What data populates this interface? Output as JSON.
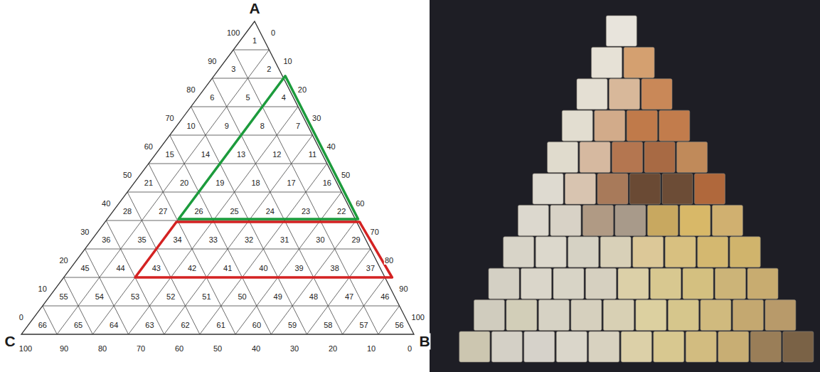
{
  "diagram": {
    "labels": [
      "A",
      "B",
      "C",
      "100",
      "90",
      "80",
      "70",
      "60",
      "50",
      "40",
      "30",
      "20",
      "10",
      "0",
      "0",
      "10",
      "20",
      "30",
      "40",
      "50",
      "60",
      "70",
      "80",
      "90",
      "100",
      "100",
      "90",
      "80",
      "70",
      "60",
      "50",
      "40",
      "30",
      "20",
      "10",
      "0",
      "1",
      "2",
      "3",
      "4",
      "5",
      "6",
      "7",
      "8",
      "9",
      "10",
      "11",
      "12",
      "13",
      "14",
      "15",
      "16",
      "17",
      "18",
      "19",
      "20",
      "21",
      "22",
      "23",
      "24",
      "25",
      "26",
      "27",
      "28",
      "29",
      "30",
      "31",
      "32",
      "33",
      "34",
      "35",
      "36",
      "37",
      "38",
      "39",
      "40",
      "41",
      "42",
      "43",
      "44",
      "45",
      "46",
      "47",
      "48",
      "49",
      "50",
      "51",
      "52",
      "53",
      "54",
      "55",
      "56",
      "57",
      "58",
      "59",
      "60",
      "61",
      "62",
      "63",
      "64",
      "65",
      "66"
    ]
  }
}
